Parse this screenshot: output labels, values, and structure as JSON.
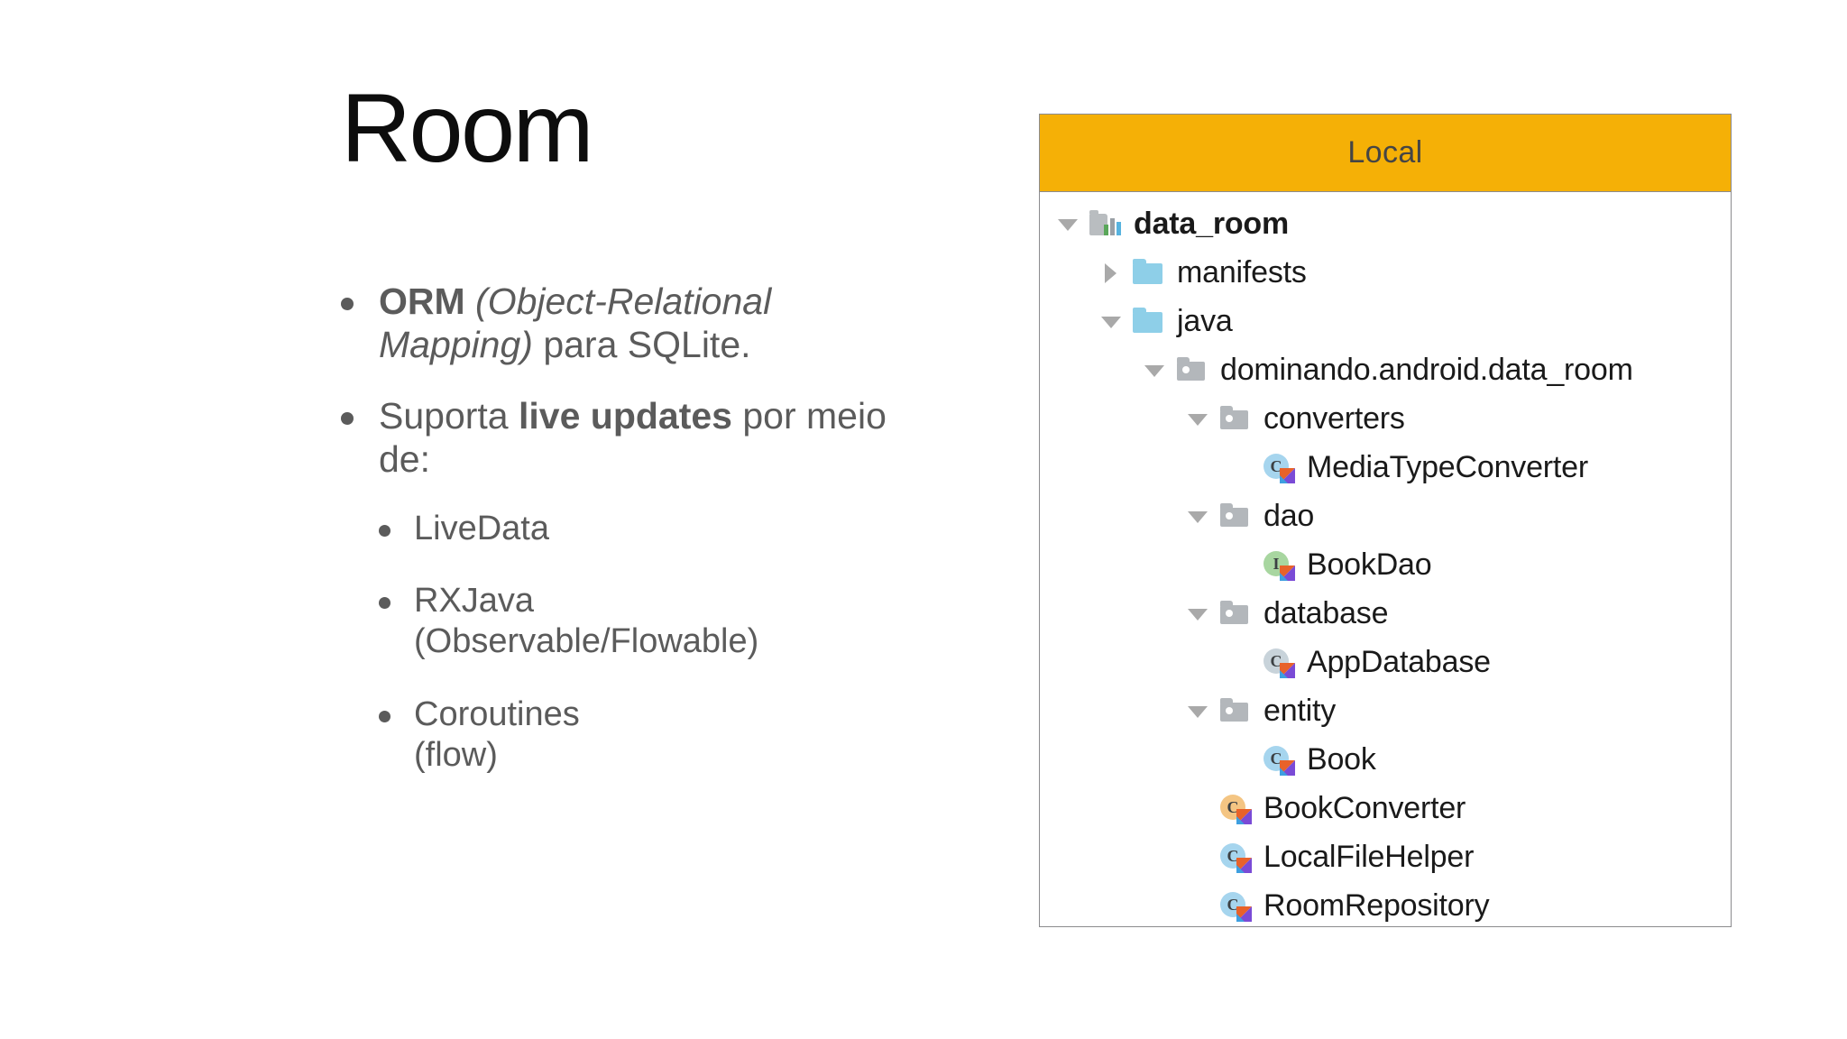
{
  "slide": {
    "title": "Room",
    "background_color": "#ffffff",
    "text_color": "#5b5b5b"
  },
  "bullets": [
    {
      "level": 1,
      "segments": [
        {
          "text": "ORM ",
          "style": "bold"
        },
        {
          "text": "(Object-Relational Mapping)",
          "style": "italic"
        },
        {
          "text": " para SQLite.",
          "style": "regular"
        }
      ],
      "plain": "ORM (Object-Relational Mapping) para SQLite."
    },
    {
      "level": 1,
      "segments": [
        {
          "text": "Suporta ",
          "style": "regular"
        },
        {
          "text": "live updates",
          "style": "bold"
        },
        {
          "text": " por meio de:",
          "style": "regular"
        }
      ],
      "plain": "Suporta live updates por meio de:"
    },
    {
      "level": 2,
      "segments": [
        {
          "text": " LiveData",
          "style": "regular"
        }
      ],
      "plain": " LiveData"
    },
    {
      "level": 2,
      "segments": [
        {
          "text": "RXJava\n(Observable/Flowable)",
          "style": "regular"
        }
      ],
      "plain": "RXJava (Observable/Flowable)"
    },
    {
      "level": 2,
      "segments": [
        {
          "text": "Coroutines\n(flow)",
          "style": "regular"
        }
      ],
      "plain": "Coroutines (flow)"
    }
  ],
  "tree_panel": {
    "header_label": "Local",
    "header_color": "#f5b006",
    "header_text_color": "#454545",
    "border_color": "#8b8b8e",
    "rows": [
      {
        "label": "data_room",
        "indent": 0,
        "twisty": "down",
        "icon": "module",
        "bold": true
      },
      {
        "label": "manifests",
        "indent": 1,
        "twisty": "right",
        "icon": "folder-blue",
        "bold": false
      },
      {
        "label": "java",
        "indent": 1,
        "twisty": "down",
        "icon": "folder-blue",
        "bold": false
      },
      {
        "label": "dominando.android.data_room",
        "indent": 2,
        "twisty": "down",
        "icon": "package",
        "bold": false
      },
      {
        "label": "converters",
        "indent": 3,
        "twisty": "down",
        "icon": "package",
        "bold": false
      },
      {
        "label": "MediaTypeConverter",
        "indent": 4,
        "twisty": "none",
        "icon": "kotlin-class",
        "bold": false
      },
      {
        "label": "dao",
        "indent": 3,
        "twisty": "down",
        "icon": "package",
        "bold": false
      },
      {
        "label": "BookDao",
        "indent": 4,
        "twisty": "none",
        "icon": "kotlin-interface",
        "bold": false
      },
      {
        "label": "database",
        "indent": 3,
        "twisty": "down",
        "icon": "package",
        "bold": false
      },
      {
        "label": "AppDatabase",
        "indent": 4,
        "twisty": "none",
        "icon": "kotlin-abstract-class",
        "bold": false
      },
      {
        "label": "entity",
        "indent": 3,
        "twisty": "down",
        "icon": "package",
        "bold": false
      },
      {
        "label": "Book",
        "indent": 4,
        "twisty": "none",
        "icon": "kotlin-class",
        "bold": false
      },
      {
        "label": "BookConverter",
        "indent": 3,
        "twisty": "none",
        "icon": "kotlin-object",
        "bold": false
      },
      {
        "label": "LocalFileHelper",
        "indent": 3,
        "twisty": "none",
        "icon": "kotlin-class",
        "bold": false
      },
      {
        "label": "RoomRepository",
        "indent": 3,
        "twisty": "none",
        "icon": "kotlin-class",
        "bold": false
      }
    ],
    "icon_glyphs": {
      "kotlin-class": "C",
      "kotlin-interface": "I",
      "kotlin-abstract-class": "C",
      "kotlin-object": "C"
    },
    "icon_colors": {
      "kotlin-class": "#a6d5ee",
      "kotlin-interface": "#a8d6a0",
      "kotlin-abstract-class": "#c8d3da",
      "kotlin-object": "#f4c583",
      "folder-blue": "#8ecfe8",
      "package": "#b3b7bb",
      "twisty": "#a9a9a9"
    }
  }
}
